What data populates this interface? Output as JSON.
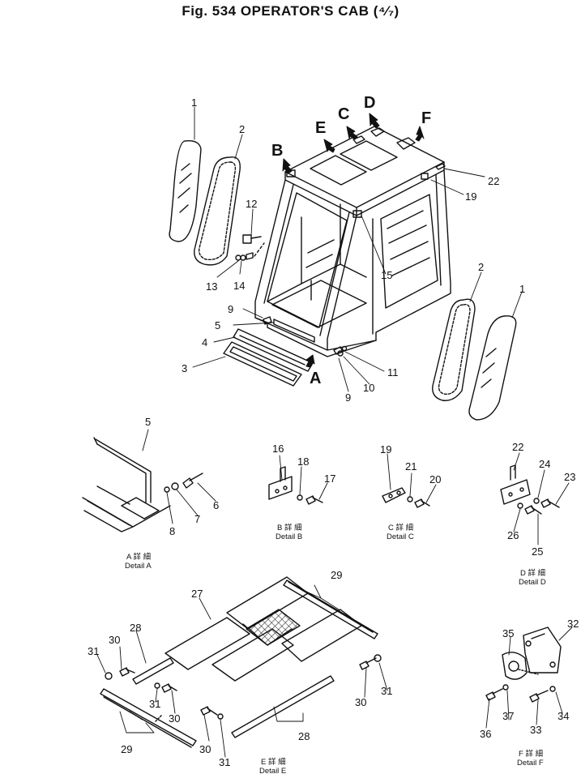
{
  "title": "Fig. 534   OPERATOR'S CAB (⁴⁄₇)",
  "callouts": [
    "1",
    "2",
    "3",
    "4",
    "5",
    "6",
    "7",
    "8",
    "9",
    "10",
    "11",
    "12",
    "13",
    "14",
    "15",
    "16",
    "17",
    "18",
    "19",
    "20",
    "21",
    "22",
    "23",
    "24",
    "25",
    "26",
    "27",
    "28",
    "29",
    "30",
    "31",
    "32",
    "33",
    "34",
    "35",
    "36",
    "37"
  ],
  "detail_letters": [
    "A",
    "B",
    "C",
    "D",
    "E",
    "F"
  ],
  "detail_captions": {
    "a": [
      "A 詳 細",
      "Detail A"
    ],
    "b": [
      "B 詳 細",
      "Detail B"
    ],
    "c": [
      "C 詳 細",
      "Detail C"
    ],
    "d": [
      "D 詳 細",
      "Detail D"
    ],
    "e": [
      "E 詳 細",
      "Detail E"
    ],
    "f": [
      "F 詳 細",
      "Detail F"
    ]
  }
}
